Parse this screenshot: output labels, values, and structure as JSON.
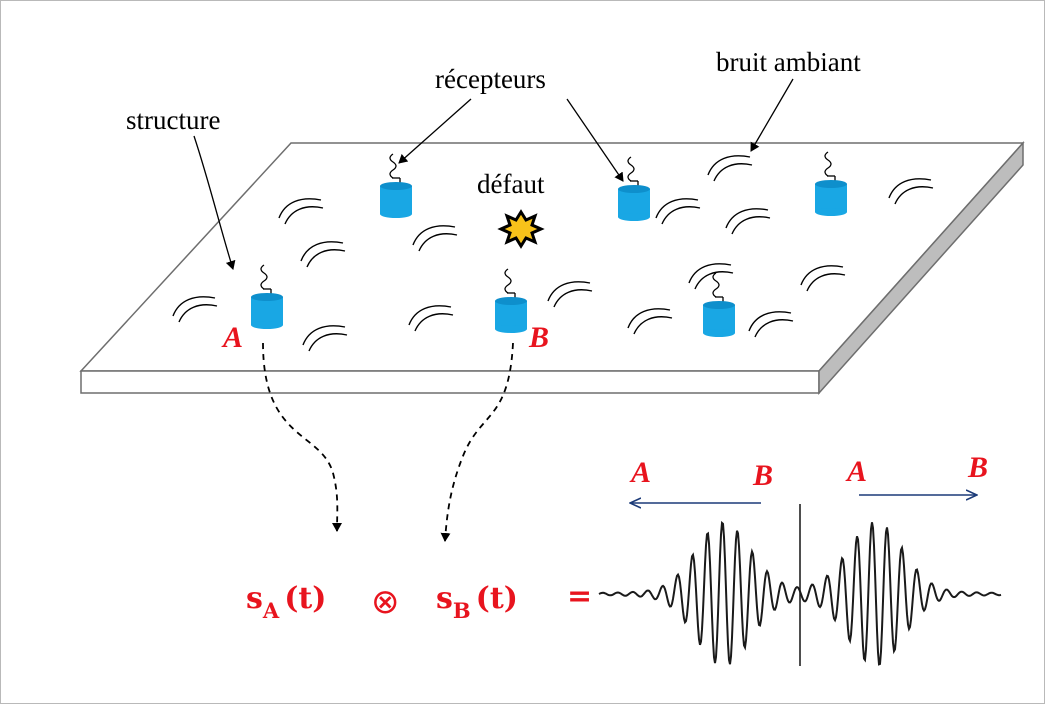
{
  "labels": {
    "structure": "structure",
    "receivers": "récepteurs",
    "ambient_noise": "bruit ambiant",
    "defect": "défaut",
    "sensor_a": "A",
    "sensor_b": "B"
  },
  "equation": {
    "signal_a": "s",
    "sub_a": "A",
    "arg_a": "(t)",
    "operator": "⊗",
    "signal_b": "s",
    "sub_b": "B",
    "arg_b": "(t)",
    "equals": "="
  },
  "waveform": {
    "left_arrow_from": "A",
    "left_arrow_to": "B",
    "right_arrow_from": "A",
    "right_arrow_to": "B"
  },
  "colors": {
    "accent_red": "#e8141e",
    "sensor_blue": "#19a7e4",
    "arrow_navy": "#1b3a78",
    "defect_yellow": "#f7c21a"
  },
  "icons": {
    "sensor": "cylinder-sensor-icon",
    "defect": "starburst-defect-icon",
    "noise": "wave-arc-icon"
  }
}
